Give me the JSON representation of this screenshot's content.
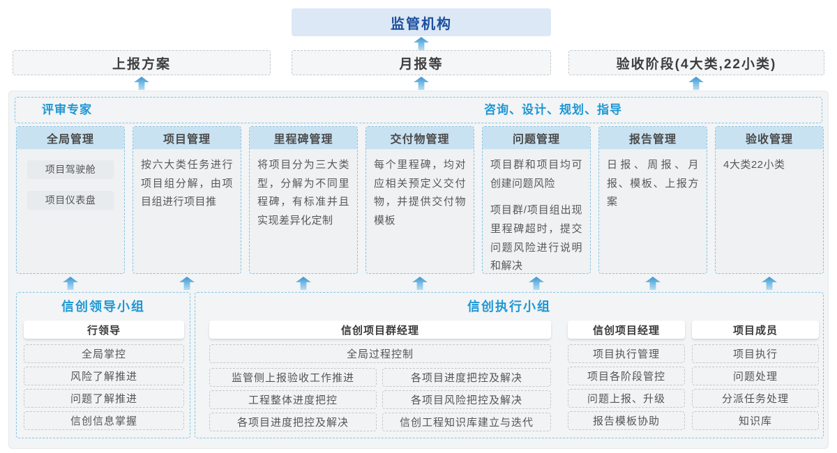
{
  "colors": {
    "accent_blue": "#1e97d4",
    "navy_text": "#1c4f9f",
    "regulator_bg": "#dce8f5",
    "column_header_bg": "#c9e2f2",
    "dashed_blue_border": "#85c3e6",
    "container_bg": "#f2f4f5",
    "arrow_top": "#3c94d0",
    "arrow_bottom": "#b7ddf3"
  },
  "top": {
    "regulator": "监管机构"
  },
  "channels": [
    {
      "label": "上报方案"
    },
    {
      "label": "月报等"
    },
    {
      "label": "验收阶段(4大类,22小类)"
    }
  ],
  "platform": {
    "experts_label": "评审专家",
    "consult_label": "咨询、设计、规划、指导",
    "columns": [
      {
        "title": "全局管理",
        "tags": [
          "项目驾驶舱",
          "项目仪表盘"
        ]
      },
      {
        "title": "项目管理",
        "paragraphs": [
          "按六大类任务进行项目组分解，由项目组进行项目推"
        ]
      },
      {
        "title": "里程碑管理",
        "paragraphs": [
          "将项目分为三大类型，分解为不同里程碑，有标准并且实现差异化定制"
        ]
      },
      {
        "title": "交付物管理",
        "paragraphs": [
          "每个里程碑，均对应相关预定义交付物，并提供交付物模板"
        ]
      },
      {
        "title": "问题管理",
        "paragraphs": [
          "项目群和项目均可创建问题风险",
          "项目群/项目组出现里程碑超时，提交问题风险进行说明和解决"
        ]
      },
      {
        "title": "报告管理",
        "paragraphs": [
          "日报、周报、月报、模板、上报方案"
        ]
      },
      {
        "title": "验收管理",
        "paragraphs": [
          "4大类22小类"
        ]
      }
    ]
  },
  "bottom": {
    "leader_group": {
      "title": "信创领导小组",
      "role": "行领导",
      "items": [
        "全局掌控",
        "风险了解推进",
        "问题了解推进",
        "信创信息掌握"
      ]
    },
    "exec_group": {
      "title": "信创执行小组",
      "pm_group": {
        "role": "信创项目群经理",
        "full_item": "全局过程控制",
        "left_items": [
          "监管侧上报验收工作推进",
          "工程整体进度把控",
          "各项目进度把控及解决"
        ],
        "right_items": [
          "各项目进度把控及解决",
          "各项目风险把控及解决",
          "信创工程知识库建立与迭代"
        ]
      },
      "pm": {
        "role": "信创项目经理",
        "items": [
          "项目执行管理",
          "项目各阶段管控",
          "问题上报、升级",
          "报告模板协助"
        ]
      },
      "member": {
        "role": "项目成员",
        "items": [
          "项目执行",
          "问题处理",
          "分派任务处理",
          "知识库"
        ]
      }
    }
  }
}
